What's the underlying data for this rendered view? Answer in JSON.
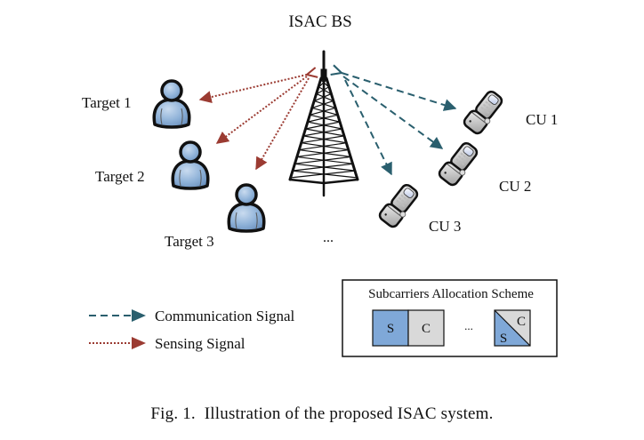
{
  "base_station": {
    "label": "ISAC BS",
    "icon": "cell-tower-icon"
  },
  "targets": [
    {
      "label": "Target 1",
      "icon": "person-icon"
    },
    {
      "label": "Target 2",
      "icon": "person-icon"
    },
    {
      "label": "Target 3",
      "icon": "person-icon"
    }
  ],
  "communication_users": [
    {
      "label": "CU 1",
      "icon": "mobile-phone-icon"
    },
    {
      "label": "CU 2",
      "icon": "mobile-phone-icon"
    },
    {
      "label": "CU 3",
      "icon": "mobile-phone-icon"
    }
  ],
  "more_ellipsis": "...",
  "legend": {
    "items": [
      {
        "label": "Communication Signal",
        "style": "dashed",
        "color": "#2a5f6e"
      },
      {
        "label": "Sensing Signal",
        "style": "dotted",
        "color": "#9b3b32"
      }
    ]
  },
  "allocation_scheme": {
    "title": "Subcarriers Allocation Scheme",
    "blocks": [
      {
        "label": "S",
        "color": "#7fa8d8"
      },
      {
        "label": "C",
        "color": "#d9d9d9"
      }
    ],
    "ellipsis": "...",
    "shared_block": {
      "upper_label": "C",
      "lower_label": "S",
      "upper_color": "#d9d9d9",
      "lower_color": "#7fa8d8"
    }
  },
  "colors": {
    "communication": "#2a5f6e",
    "sensing": "#9b3b32",
    "sensing_block": "#7fa8d8",
    "communication_block": "#d9d9d9",
    "person_fill": "#8fb2d8"
  },
  "caption": "Fig. 1.  Illustration of the proposed ISAC system."
}
